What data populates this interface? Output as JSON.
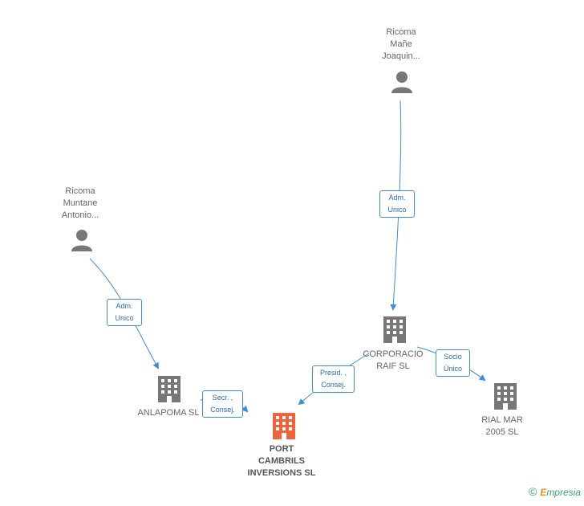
{
  "nodes": {
    "person_joaquin": {
      "label_lines": [
        "Ricoma",
        "Mañe",
        "Joaquin..."
      ],
      "type": "person"
    },
    "person_antonio": {
      "label_lines": [
        "Ricoma",
        "Muntane",
        "Antonio..."
      ],
      "type": "person"
    },
    "corporacio": {
      "label_lines": [
        "CORPORACIO",
        "RAIF SL"
      ],
      "type": "company"
    },
    "anlapoma": {
      "label_lines": [
        "ANLAPOMA SL"
      ],
      "type": "company"
    },
    "rialmar": {
      "label_lines": [
        "RIAL MAR",
        "2005 SL"
      ],
      "type": "company"
    },
    "port": {
      "label_lines": [
        "PORT",
        "CAMBRILS",
        "INVERSIONS SL"
      ],
      "type": "company-focus"
    }
  },
  "relations": {
    "joaquin_corporacio": [
      "Adm.",
      "Unico"
    ],
    "antonio_anlapoma": [
      "Adm.",
      "Unico"
    ],
    "anlapoma_port": [
      "Secr. ,",
      "Consej."
    ],
    "corporacio_port": [
      "Presid. ,",
      "Consej."
    ],
    "corporacio_rialmar": [
      "Socio",
      "Único"
    ]
  },
  "colors": {
    "icon_gray": "#777777",
    "focus_orange": "#f0643c",
    "edge_blue": "#3b8ede"
  },
  "footer": {
    "copyright": "©",
    "brand_first": "E",
    "brand_rest": "mpresia"
  }
}
